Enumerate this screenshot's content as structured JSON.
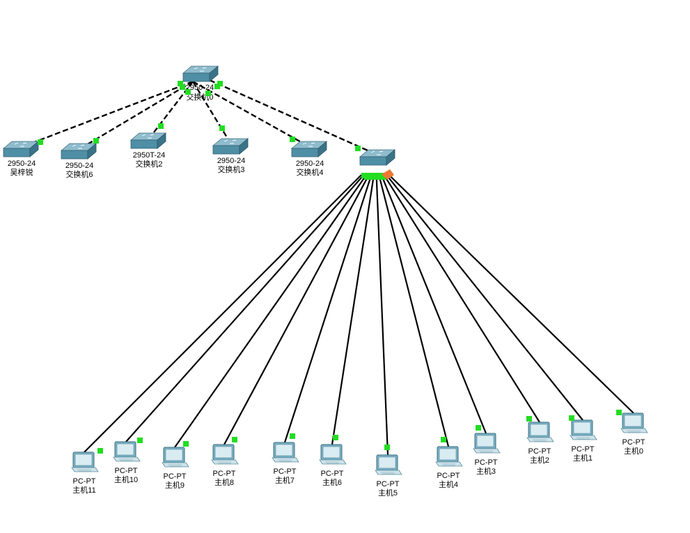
{
  "topology": {
    "core_switch": {
      "model": "2950-24",
      "name": "交换机0"
    },
    "distribution_switch": {
      "model": "",
      "name": ""
    },
    "access_switches": [
      {
        "id": "s-wu",
        "model": "2950-24",
        "name": "吴梓锐"
      },
      {
        "id": "s6",
        "model": "2950-24",
        "name": "交换机6"
      },
      {
        "id": "s2",
        "model": "2950T-24",
        "name": "交换机2"
      },
      {
        "id": "s3",
        "model": "2950-24",
        "name": "交换机3"
      },
      {
        "id": "s4",
        "model": "2950-24",
        "name": "交换机4"
      }
    ],
    "hosts": [
      {
        "id": "h11",
        "model": "PC-PT",
        "name": "主机11"
      },
      {
        "id": "h10",
        "model": "PC-PT",
        "name": "主机10"
      },
      {
        "id": "h9",
        "model": "PC-PT",
        "name": "主机9"
      },
      {
        "id": "h8",
        "model": "PC-PT",
        "name": "主机8"
      },
      {
        "id": "h7",
        "model": "PC-PT",
        "name": "主机7"
      },
      {
        "id": "h6",
        "model": "PC-PT",
        "name": "主机6"
      },
      {
        "id": "h5",
        "model": "PC-PT",
        "name": "主机5"
      },
      {
        "id": "h4",
        "model": "PC-PT",
        "name": "主机4"
      },
      {
        "id": "h3",
        "model": "PC-PT",
        "name": "主机3"
      },
      {
        "id": "h2",
        "model": "PC-PT",
        "name": "主机2"
      },
      {
        "id": "h1",
        "model": "PC-PT",
        "name": "主机1"
      },
      {
        "id": "h0",
        "model": "PC-PT",
        "name": "主机0"
      }
    ],
    "links": {
      "trunk_style": "dashed",
      "access_style": "solid",
      "port_up_color": "#22dd22",
      "port_down_color": "#ee7733"
    }
  },
  "colors": {
    "switch_top": "#8fbccd",
    "switch_front": "#4f8fa6",
    "switch_side": "#3a7388",
    "pc_body": "#7ab0c3",
    "pc_screen": "#d9ecf2",
    "cable": "#000000"
  }
}
